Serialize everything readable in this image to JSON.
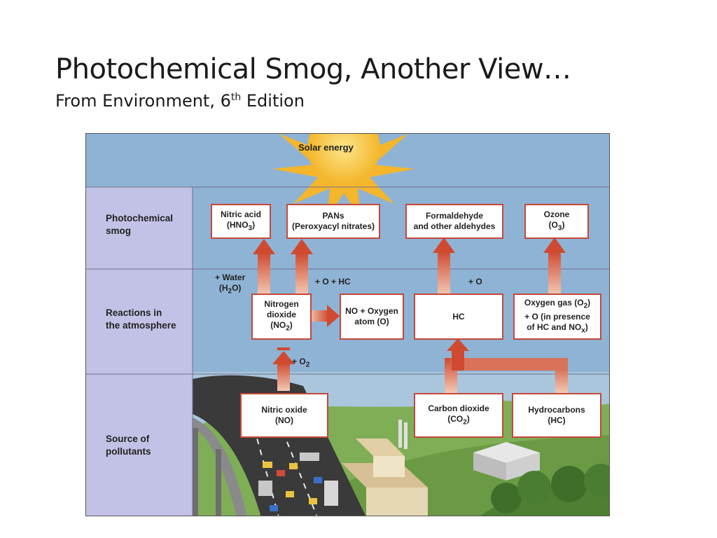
{
  "slide": {
    "title": "Photochemical Smog, Another View…",
    "subtitle_main": "From Environment, 6",
    "subtitle_sup": "th",
    "subtitle_end": " Edition"
  },
  "diagram": {
    "solar_energy": "Solar energy",
    "rows": {
      "smog": [
        "Photochemical",
        "smog"
      ],
      "reactions": [
        "Reactions in",
        "the atmosphere"
      ],
      "source": [
        "Source of",
        "pollutants"
      ]
    },
    "products": {
      "nitric_acid": [
        "Nitric acid",
        "(HNO",
        "3",
        ")"
      ],
      "pans": [
        "PANs",
        "(Peroxyacyl nitrates)"
      ],
      "formaldehyde": [
        "Formaldehyde",
        "and other aldehydes"
      ],
      "ozone": [
        "Ozone",
        "(O",
        "3",
        ")"
      ]
    },
    "reactants": {
      "nitrogen_dioxide": [
        "Nitrogen",
        "dioxide",
        "(NO",
        "2",
        ")"
      ],
      "no_oxygen": [
        "NO + Oxygen",
        "atom (O)"
      ],
      "hc": "HC",
      "oxygen_gas": [
        "Oxygen gas (O",
        "2",
        ")",
        "+ O (in presence",
        "of HC and NO",
        "x",
        ")"
      ]
    },
    "sources": {
      "nitric_oxide": [
        "Nitric oxide",
        "(NO)"
      ],
      "carbon_dioxide": [
        "Carbon dioxide",
        "(CO",
        "2",
        ")"
      ],
      "hydrocarbons": [
        "Hydrocarbons",
        "(HC)"
      ]
    },
    "labels": {
      "water": [
        "+ Water",
        "(H",
        "2",
        "O)"
      ],
      "o_hc": "+ O + HC",
      "o": "+ O",
      "o2": [
        "+ O",
        "2"
      ]
    },
    "colors": {
      "sky": "#8fb3d4",
      "label_column": "#c2c2e6",
      "box_border": "#c5473a",
      "arrow": "#d45a3e",
      "sun": "#f6c338"
    }
  }
}
